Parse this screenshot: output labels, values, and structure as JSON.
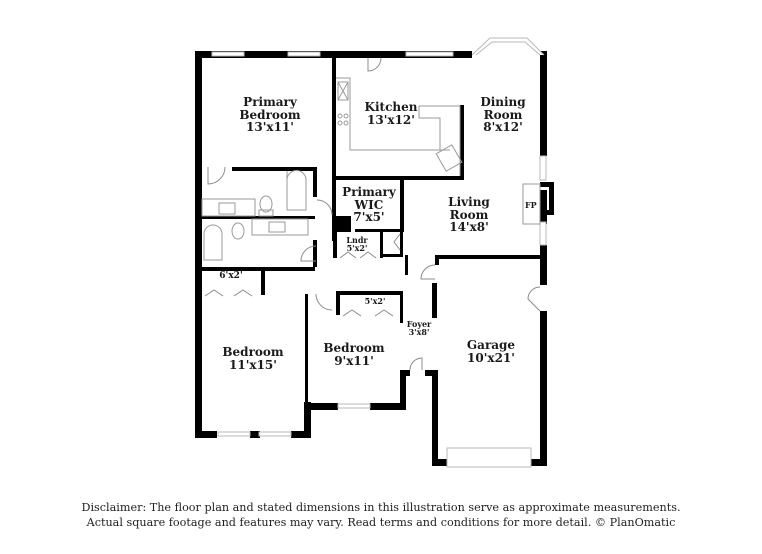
{
  "floorplan": {
    "rooms": [
      {
        "id": "primary-bedroom",
        "name": "Primary Bedroom",
        "name_lines": [
          "Primary",
          "Bedroom"
        ],
        "dims": "13'x11'"
      },
      {
        "id": "kitchen",
        "name": "Kitchen",
        "name_lines": [
          "Kitchen"
        ],
        "dims": "13'x12'"
      },
      {
        "id": "dining-room",
        "name": "Dining Room",
        "name_lines": [
          "Dining",
          "Room"
        ],
        "dims": "8'x12'"
      },
      {
        "id": "primary-wic",
        "name": "Primary WIC",
        "name_lines": [
          "Primary",
          "WIC"
        ],
        "dims": "7'x5'"
      },
      {
        "id": "living-room",
        "name": "Living Room",
        "name_lines": [
          "Living",
          "Room"
        ],
        "dims": "14'x8'"
      },
      {
        "id": "laundry",
        "name": "Lndr",
        "name_lines": [
          "Lndr"
        ],
        "dims": "5'x2'"
      },
      {
        "id": "closet-bedroom-2",
        "name": "",
        "name_lines": [],
        "dims": "6'x2'"
      },
      {
        "id": "closet-bedroom-3",
        "name": "",
        "name_lines": [],
        "dims": "5'x2'"
      },
      {
        "id": "bedroom-2",
        "name": "Bedroom",
        "name_lines": [
          "Bedroom"
        ],
        "dims": "11'x15'"
      },
      {
        "id": "bedroom-3",
        "name": "Bedroom",
        "name_lines": [
          "Bedroom"
        ],
        "dims": "9'x11'"
      },
      {
        "id": "foyer",
        "name": "Foyer",
        "name_lines": [
          "Foyer"
        ],
        "dims": "3'x8'"
      },
      {
        "id": "garage",
        "name": "Garage",
        "name_lines": [
          "Garage"
        ],
        "dims": "10'x21'"
      }
    ],
    "fireplace_label": "FP"
  },
  "disclaimer": {
    "line1": "Disclaimer: The floor plan and stated dimensions in this illustration serve as approximate measurements.",
    "line2": "Actual square footage and features may vary. Read terms and conditions for more detail. © PlanOmatic"
  },
  "colors": {
    "wall": "#000000",
    "window": "#b8b8b8",
    "fixture": "#9a9a9a",
    "background": "#ffffff"
  }
}
